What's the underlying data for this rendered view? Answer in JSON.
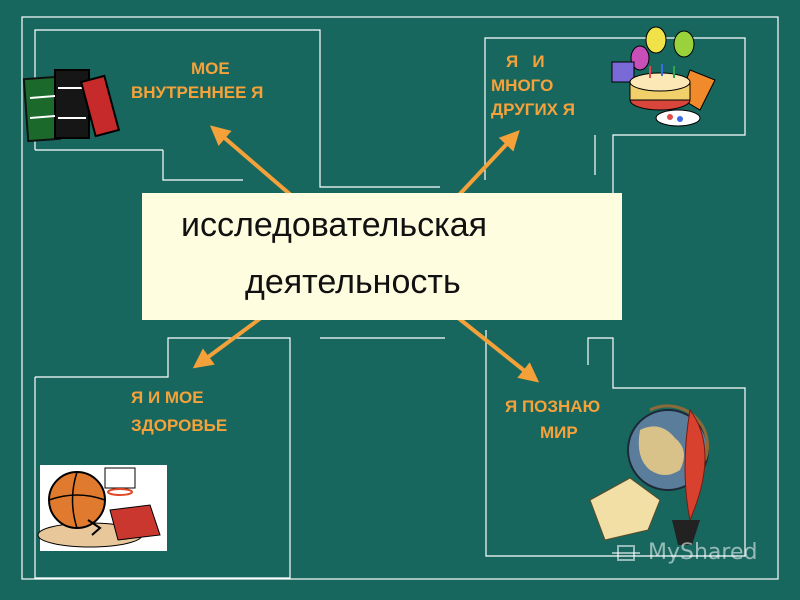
{
  "center": {
    "line1": "исследовательская",
    "line2": "деятельность"
  },
  "labels": {
    "top_left": [
      "МОЕ",
      "ВНУТРЕННЕЕ Я"
    ],
    "top_right": [
      "Я   И",
      "МНОГО",
      "ДРУГИХ Я"
    ],
    "bottom_left": [
      "Я И МОЕ",
      "ЗДОРОВЬЕ"
    ],
    "bottom_right": [
      "Я ПОЗНАЮ",
      "МИР"
    ]
  },
  "watermark": "MyShared",
  "colors": {
    "background": "#18675f",
    "outline": "#ffffff",
    "label": "#f6a23a",
    "arrow": "#f5a13a",
    "center_box": "#fffde0",
    "center_text": "#111111"
  },
  "icons": [
    "books-icon",
    "birthday-cake-balloons-icon",
    "basketball-sneakers-icon",
    "globe-quill-map-icon"
  ]
}
